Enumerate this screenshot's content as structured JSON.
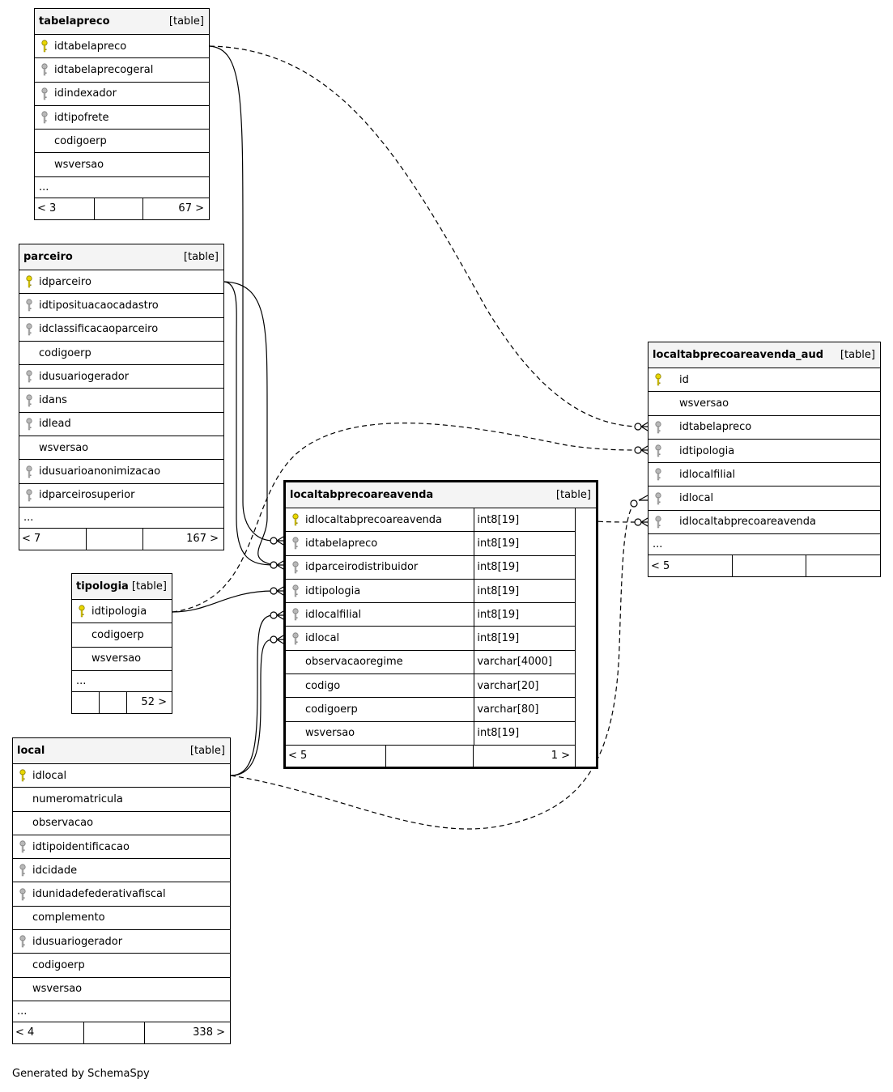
{
  "tables": {
    "tabelapreco": {
      "name": "tabelapreco",
      "type": "[table]",
      "columns": [
        {
          "name": "idtabelapreco",
          "key": "primary"
        },
        {
          "name": "idtabelaprecogeral",
          "key": "foreign"
        },
        {
          "name": "idindexador",
          "key": "foreign"
        },
        {
          "name": "idtipofrete",
          "key": "foreign"
        },
        {
          "name": "codigoerp",
          "key": "none"
        },
        {
          "name": "wsversao",
          "key": "none"
        }
      ],
      "more": "...",
      "parents": "< 3",
      "children": "67 >"
    },
    "parceiro": {
      "name": "parceiro",
      "type": "[table]",
      "columns": [
        {
          "name": "idparceiro",
          "key": "primary"
        },
        {
          "name": "idtiposituacaocadastro",
          "key": "foreign"
        },
        {
          "name": "idclassificacaoparceiro",
          "key": "foreign"
        },
        {
          "name": "codigoerp",
          "key": "none"
        },
        {
          "name": "idusuariogerador",
          "key": "foreign"
        },
        {
          "name": "idans",
          "key": "foreign"
        },
        {
          "name": "idlead",
          "key": "foreign"
        },
        {
          "name": "wsversao",
          "key": "none"
        },
        {
          "name": "idusuarioanonimizacao",
          "key": "foreign"
        },
        {
          "name": "idparceirosuperior",
          "key": "foreign"
        }
      ],
      "more": "...",
      "parents": "< 7",
      "children": "167 >"
    },
    "tipologia": {
      "name": "tipologia",
      "type": "[table]",
      "columns": [
        {
          "name": "idtipologia",
          "key": "primary"
        },
        {
          "name": "codigoerp",
          "key": "none"
        },
        {
          "name": "wsversao",
          "key": "none"
        }
      ],
      "more": "...",
      "parents": "",
      "children": "52 >"
    },
    "local": {
      "name": "local",
      "type": "[table]",
      "columns": [
        {
          "name": "idlocal",
          "key": "primary"
        },
        {
          "name": "numeromatricula",
          "key": "none"
        },
        {
          "name": "observacao",
          "key": "none"
        },
        {
          "name": "idtipoidentificacao",
          "key": "foreign"
        },
        {
          "name": "idcidade",
          "key": "foreign"
        },
        {
          "name": "idunidadefederativafiscal",
          "key": "foreign"
        },
        {
          "name": "complemento",
          "key": "none"
        },
        {
          "name": "idusuariogerador",
          "key": "foreign"
        },
        {
          "name": "codigoerp",
          "key": "none"
        },
        {
          "name": "wsversao",
          "key": "none"
        }
      ],
      "more": "...",
      "parents": "< 4",
      "children": "338 >"
    },
    "localtabprecoareavenda": {
      "name": "localtabprecoareavenda",
      "type": "[table]",
      "columns": [
        {
          "name": "idlocaltabprecoareavenda",
          "key": "primary",
          "type": "int8[19]"
        },
        {
          "name": "idtabelapreco",
          "key": "foreign",
          "type": "int8[19]"
        },
        {
          "name": "idparceirodistribuidor",
          "key": "foreign",
          "type": "int8[19]"
        },
        {
          "name": "idtipologia",
          "key": "foreign",
          "type": "int8[19]"
        },
        {
          "name": "idlocalfilial",
          "key": "foreign",
          "type": "int8[19]"
        },
        {
          "name": "idlocal",
          "key": "foreign",
          "type": "int8[19]"
        },
        {
          "name": "observacaoregime",
          "key": "none",
          "type": "varchar[4000]"
        },
        {
          "name": "codigo",
          "key": "none",
          "type": "varchar[20]"
        },
        {
          "name": "codigoerp",
          "key": "none",
          "type": "varchar[80]"
        },
        {
          "name": "wsversao",
          "key": "none",
          "type": "int8[19]"
        }
      ],
      "more": "",
      "parents": "< 5",
      "children": "1 >"
    },
    "localtabprecoareavenda_aud": {
      "name": "localtabprecoareavenda_aud",
      "type": "[table]",
      "columns": [
        {
          "name": "id",
          "key": "primary"
        },
        {
          "name": "wsversao",
          "key": "none"
        },
        {
          "name": "idtabelapreco",
          "key": "foreign"
        },
        {
          "name": "idtipologia",
          "key": "foreign"
        },
        {
          "name": "idlocalfilial",
          "key": "foreign"
        },
        {
          "name": "idlocal",
          "key": "foreign"
        },
        {
          "name": "idlocaltabprecoareavenda",
          "key": "foreign"
        }
      ],
      "more": "...",
      "parents": "< 5",
      "children": ""
    }
  },
  "footer": {
    "generated": "Generated by SchemaSpy"
  }
}
